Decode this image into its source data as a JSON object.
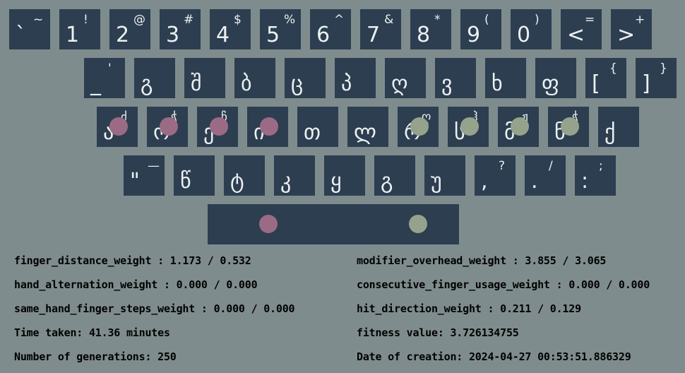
{
  "keyboard": {
    "rows": [
      [
        {
          "main": "`",
          "shift": "~"
        },
        {
          "main": "1",
          "shift": "!"
        },
        {
          "main": "2",
          "shift": "@"
        },
        {
          "main": "3",
          "shift": "#"
        },
        {
          "main": "4",
          "shift": "$"
        },
        {
          "main": "5",
          "shift": "%"
        },
        {
          "main": "6",
          "shift": "^"
        },
        {
          "main": "7",
          "shift": "&"
        },
        {
          "main": "8",
          "shift": "*"
        },
        {
          "main": "9",
          "shift": "("
        },
        {
          "main": "0",
          "shift": ")"
        },
        {
          "main": "<",
          "shift": "="
        },
        {
          "main": ">",
          "shift": "+"
        }
      ],
      [
        {
          "main": "_",
          "shift": "'"
        },
        {
          "main": "გ",
          "shift": ""
        },
        {
          "main": "შ",
          "shift": ""
        },
        {
          "main": "ბ",
          "shift": ""
        },
        {
          "main": "ც",
          "shift": ""
        },
        {
          "main": "პ",
          "shift": ""
        },
        {
          "main": "ღ",
          "shift": ""
        },
        {
          "main": "ვ",
          "shift": ""
        },
        {
          "main": "ხ",
          "shift": ""
        },
        {
          "main": "ფ",
          "shift": ""
        },
        {
          "main": "[",
          "shift": "{"
        },
        {
          "main": "]",
          "shift": "}"
        }
      ],
      [
        {
          "main": "ა",
          "shift": "ძ",
          "dot": "left"
        },
        {
          "main": "ო",
          "shift": "ჭ",
          "dot": "left"
        },
        {
          "main": "ე",
          "shift": "ჩ",
          "dot": "left"
        },
        {
          "main": "ი",
          "shift": "",
          "dot": "left"
        },
        {
          "main": "თ",
          "shift": ""
        },
        {
          "main": "ლ",
          "shift": ""
        },
        {
          "main": "რ",
          "shift": "ღ",
          "dot": "right"
        },
        {
          "main": "ს",
          "shift": "ჰ",
          "dot": "right"
        },
        {
          "main": "მ",
          "shift": "ჟ",
          "dot": "right"
        },
        {
          "main": "ნ",
          "shift": "ჭ",
          "dot": "right"
        },
        {
          "main": "ქ",
          "shift": ""
        }
      ],
      [
        {
          "main": "\"",
          "shift": "—"
        },
        {
          "main": "წ",
          "shift": ""
        },
        {
          "main": "ტ",
          "shift": ""
        },
        {
          "main": "კ",
          "shift": ""
        },
        {
          "main": "ყ",
          "shift": ""
        },
        {
          "main": "გ",
          "shift": ""
        },
        {
          "main": "უ",
          "shift": ""
        },
        {
          "main": ",",
          "shift": "?"
        },
        {
          "main": ".",
          "shift": "/"
        },
        {
          "main": ":",
          "shift": ";"
        }
      ]
    ],
    "spacebar": {
      "dots": [
        "left",
        "right"
      ]
    }
  },
  "colors": {
    "background": "#7f8c8d",
    "key": "#2c3e50",
    "key_text": "#ecf0f1",
    "left_hand_dot": "#9b6b85",
    "right_hand_dot": "#95a38c"
  },
  "stats": {
    "finger_distance": "finger_distance_weight : 1.173 / 0.532",
    "hand_alternation": "hand_alternation_weight : 0.000 / 0.000",
    "same_hand_finger_steps": "same_hand_finger_steps_weight : 0.000 / 0.000",
    "time_taken": "Time taken: 41.36 minutes",
    "generations": "Number of generations: 250",
    "modifier_overhead": "modifier_overhead_weight : 3.855 / 3.065",
    "consecutive_finger_usage": "consecutive_finger_usage_weight : 0.000 / 0.000",
    "hit_direction": "hit_direction_weight : 0.211 / 0.129",
    "fitness": "fitness value: 3.726134755",
    "date": "Date of creation: 2024-04-27 00:53:51.886329"
  }
}
